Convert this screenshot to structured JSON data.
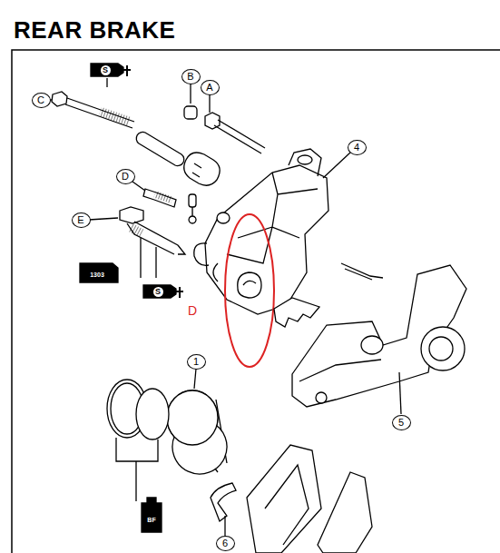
{
  "diagram": {
    "title": "REAR BRAKE",
    "labels": [
      "C",
      "B",
      "A",
      "D",
      "E",
      "4",
      "1",
      "5",
      "6",
      "S",
      "S",
      "1303",
      "BF",
      "D"
    ]
  }
}
